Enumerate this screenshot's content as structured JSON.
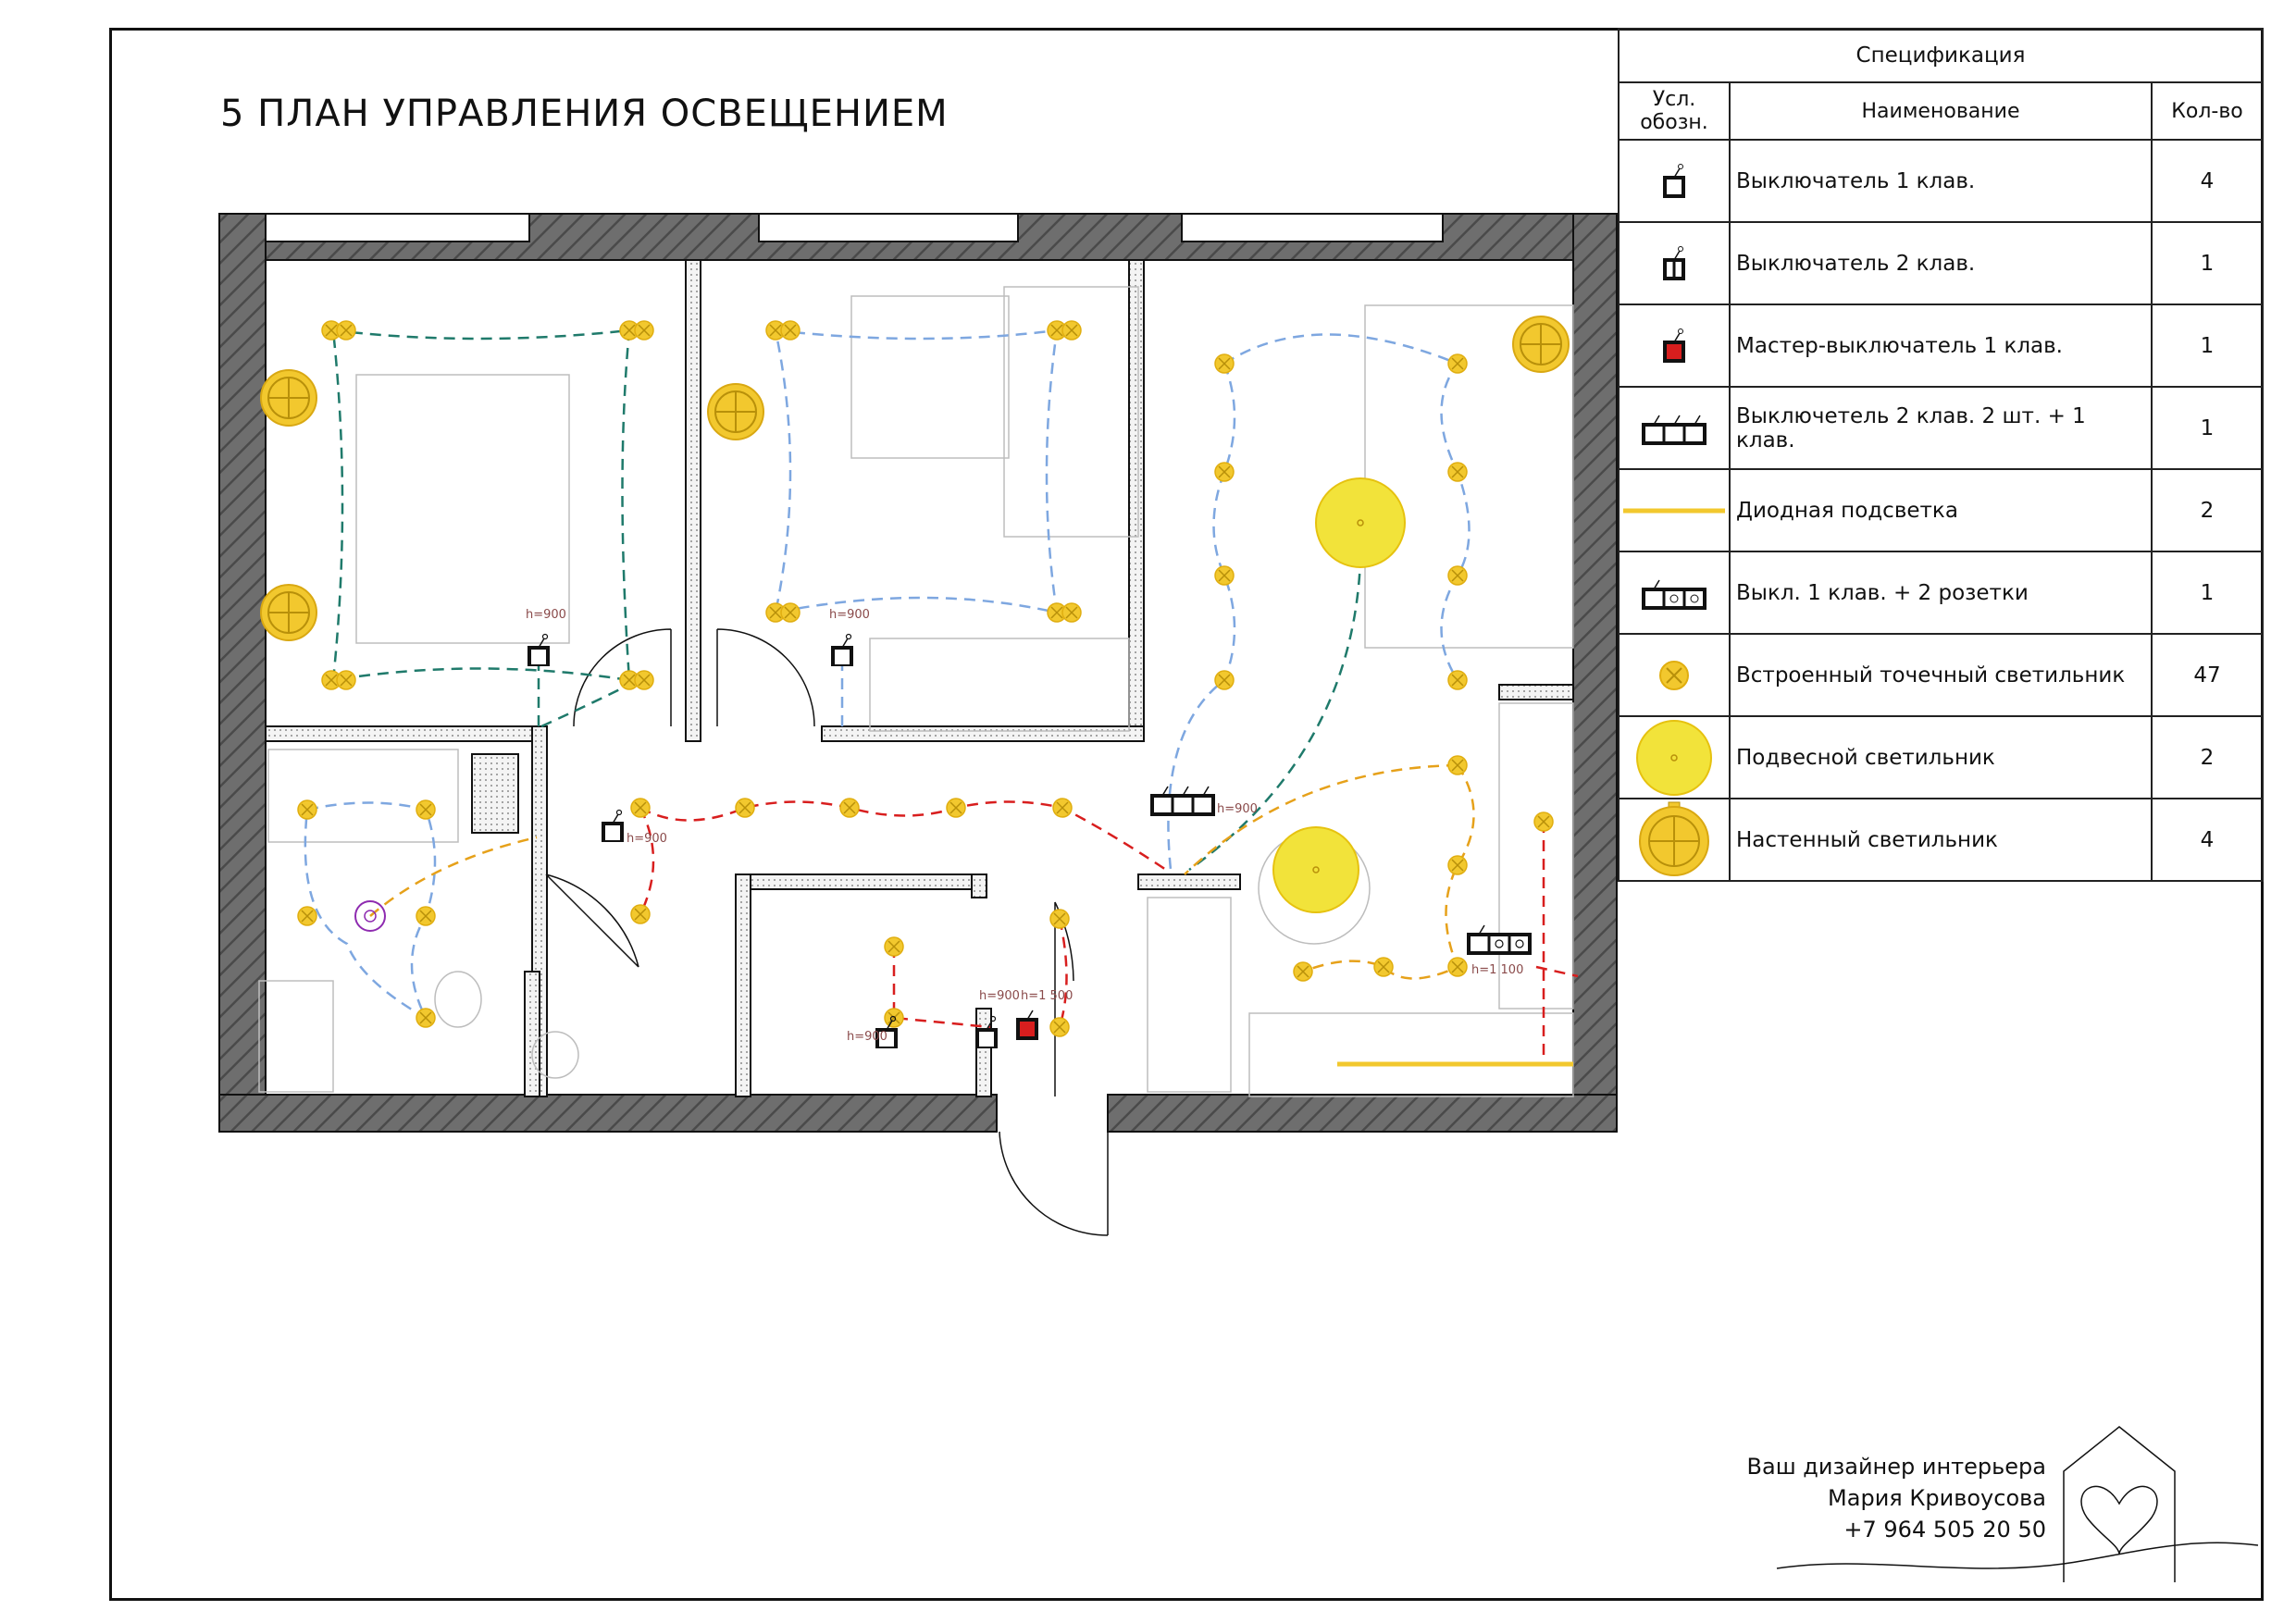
{
  "title": "5 ПЛАН УПРАВЛЕНИЯ ОСВЕЩЕНИЕМ",
  "spec": {
    "caption": "Спецификация",
    "col_symbol": "Усл. обозн.",
    "col_name": "Наименование",
    "col_qty": "Кол-во",
    "rows": [
      {
        "icon": "switch-1-key-icon",
        "name": "Выключатель 1 клав.",
        "qty": "4"
      },
      {
        "icon": "switch-2-key-icon",
        "name": "Выключатель 2 клав.",
        "qty": "1"
      },
      {
        "icon": "master-switch-icon",
        "name": "Мастер-выключатель 1 клав.",
        "qty": "1"
      },
      {
        "icon": "switch-block-icon",
        "name": "Выключетель 2 клав. 2 шт. + 1 клав.",
        "qty": "1"
      },
      {
        "icon": "led-strip-icon",
        "name": "Диодная подсветка",
        "qty": "2"
      },
      {
        "icon": "switch-sockets-icon",
        "name": "Выкл. 1 клав. + 2 розетки",
        "qty": "1"
      },
      {
        "icon": "spot-light-icon",
        "name": "Встроенный точечный светильник",
        "qty": "47"
      },
      {
        "icon": "pendant-light-icon",
        "name": "Подвесной светильник",
        "qty": "2"
      },
      {
        "icon": "wall-light-icon",
        "name": "Настенный светильник",
        "qty": "4"
      }
    ]
  },
  "heights": {
    "bedroom1": "h=900",
    "bedroom2": "h=900",
    "bathroom": "h=900",
    "living": "h=900",
    "kitchen": "h=1 100",
    "hall1": "h=900",
    "hall2": "h=900",
    "hall3": "h=1 500"
  },
  "designer": {
    "line1": "Ваш дизайнер интерьера",
    "line2": "Мария Кривоусова",
    "phone": "+7 964 505 20 50"
  },
  "colors": {
    "lamp": "#f2c82e",
    "wall": "#707070",
    "group_teal": "#1f7a6b",
    "group_blue": "#7ea7e0",
    "group_red": "#d81e1e",
    "group_orange": "#e6a11a",
    "master": "#d81e1e"
  }
}
